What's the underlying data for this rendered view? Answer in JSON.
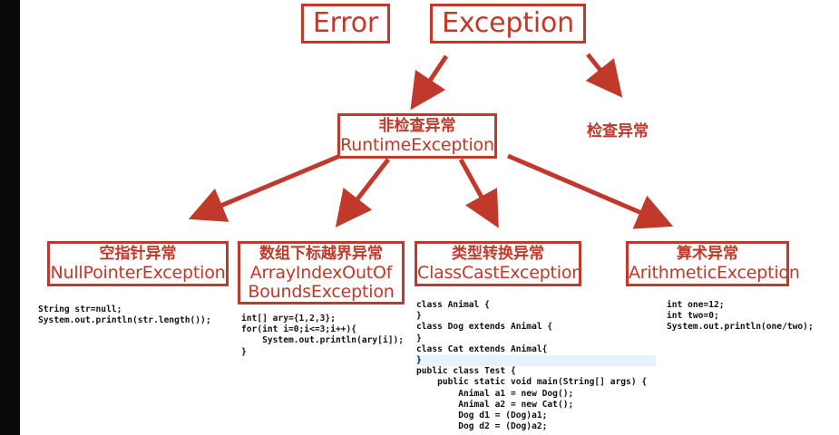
{
  "top": {
    "error": "Error",
    "exception": "Exception"
  },
  "unchecked": {
    "zh": "非检查异常",
    "en": "RuntimeException"
  },
  "checked": {
    "zh": "检查异常"
  },
  "leaves": [
    {
      "zh": "空指针异常",
      "en": "NullPointerException"
    },
    {
      "zh": "数组下标越界异常",
      "en1": "ArrayIndexOutOf",
      "en2": "BoundsException"
    },
    {
      "zh": "类型转换异常",
      "en": "ClassCastException"
    },
    {
      "zh": "算术异常",
      "en": "ArithmeticException"
    }
  ],
  "code": {
    "npe": [
      "String str=null;",
      "System.out.println(str.length());"
    ],
    "arr": [
      "int[] ary={1,2,3};",
      "for(int i=0;i<=3;i++){",
      "    System.out.println(ary[i]);",
      "}"
    ],
    "cast": [
      "class Animal {",
      "}",
      "class Dog extends Animal {",
      "}",
      "class Cat extends Animal{",
      "}",
      "public class Test {",
      "    public static void main(String[] args) {",
      "        Animal a1 = new Dog();",
      "        Animal a2 = new Cat();",
      "        Dog d1 = (Dog)a1;",
      "        Dog d2 = (Dog)a2;"
    ],
    "arith": [
      "int one=12;",
      "int two=0;",
      "System.out.println(one/two);"
    ]
  },
  "colors": {
    "accent": "#c0392b"
  }
}
